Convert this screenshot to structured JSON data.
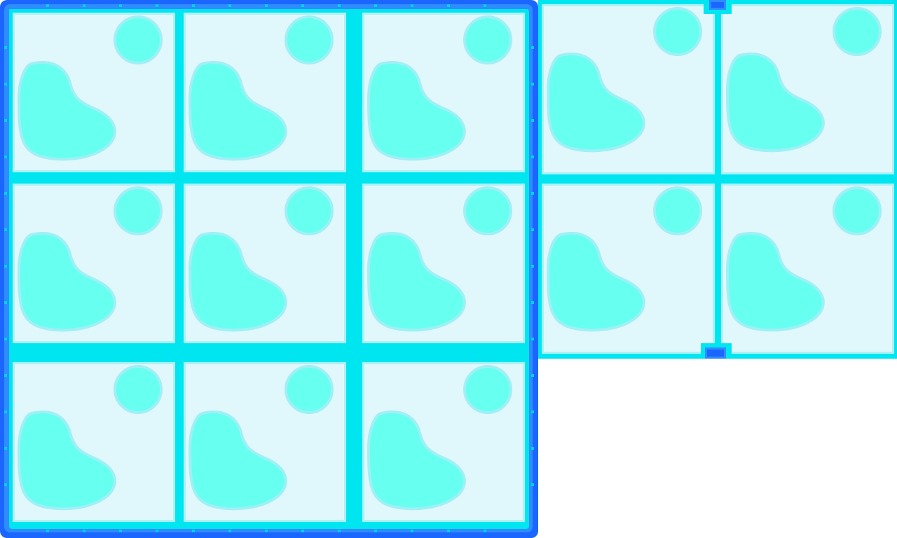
{
  "scene": {
    "left_sheet": {
      "rows": 3,
      "cols": 3
    },
    "right_sheet": {
      "rows": 2,
      "cols": 2
    }
  },
  "colors": {
    "frame_dark": "#1a66ff",
    "frame_light": "#2f8cff",
    "grout": "#00e6f0",
    "tile_fill": "#e0f8fb",
    "tile_border": "#aef0f6",
    "blob_fill": "#66fff0",
    "blob_outline": "#9ff0f6",
    "stud": "#00d4e4",
    "background": "#ffffff"
  },
  "icons": {
    "tile_blob": "blob-icon",
    "tile_dot": "bubble-icon"
  }
}
